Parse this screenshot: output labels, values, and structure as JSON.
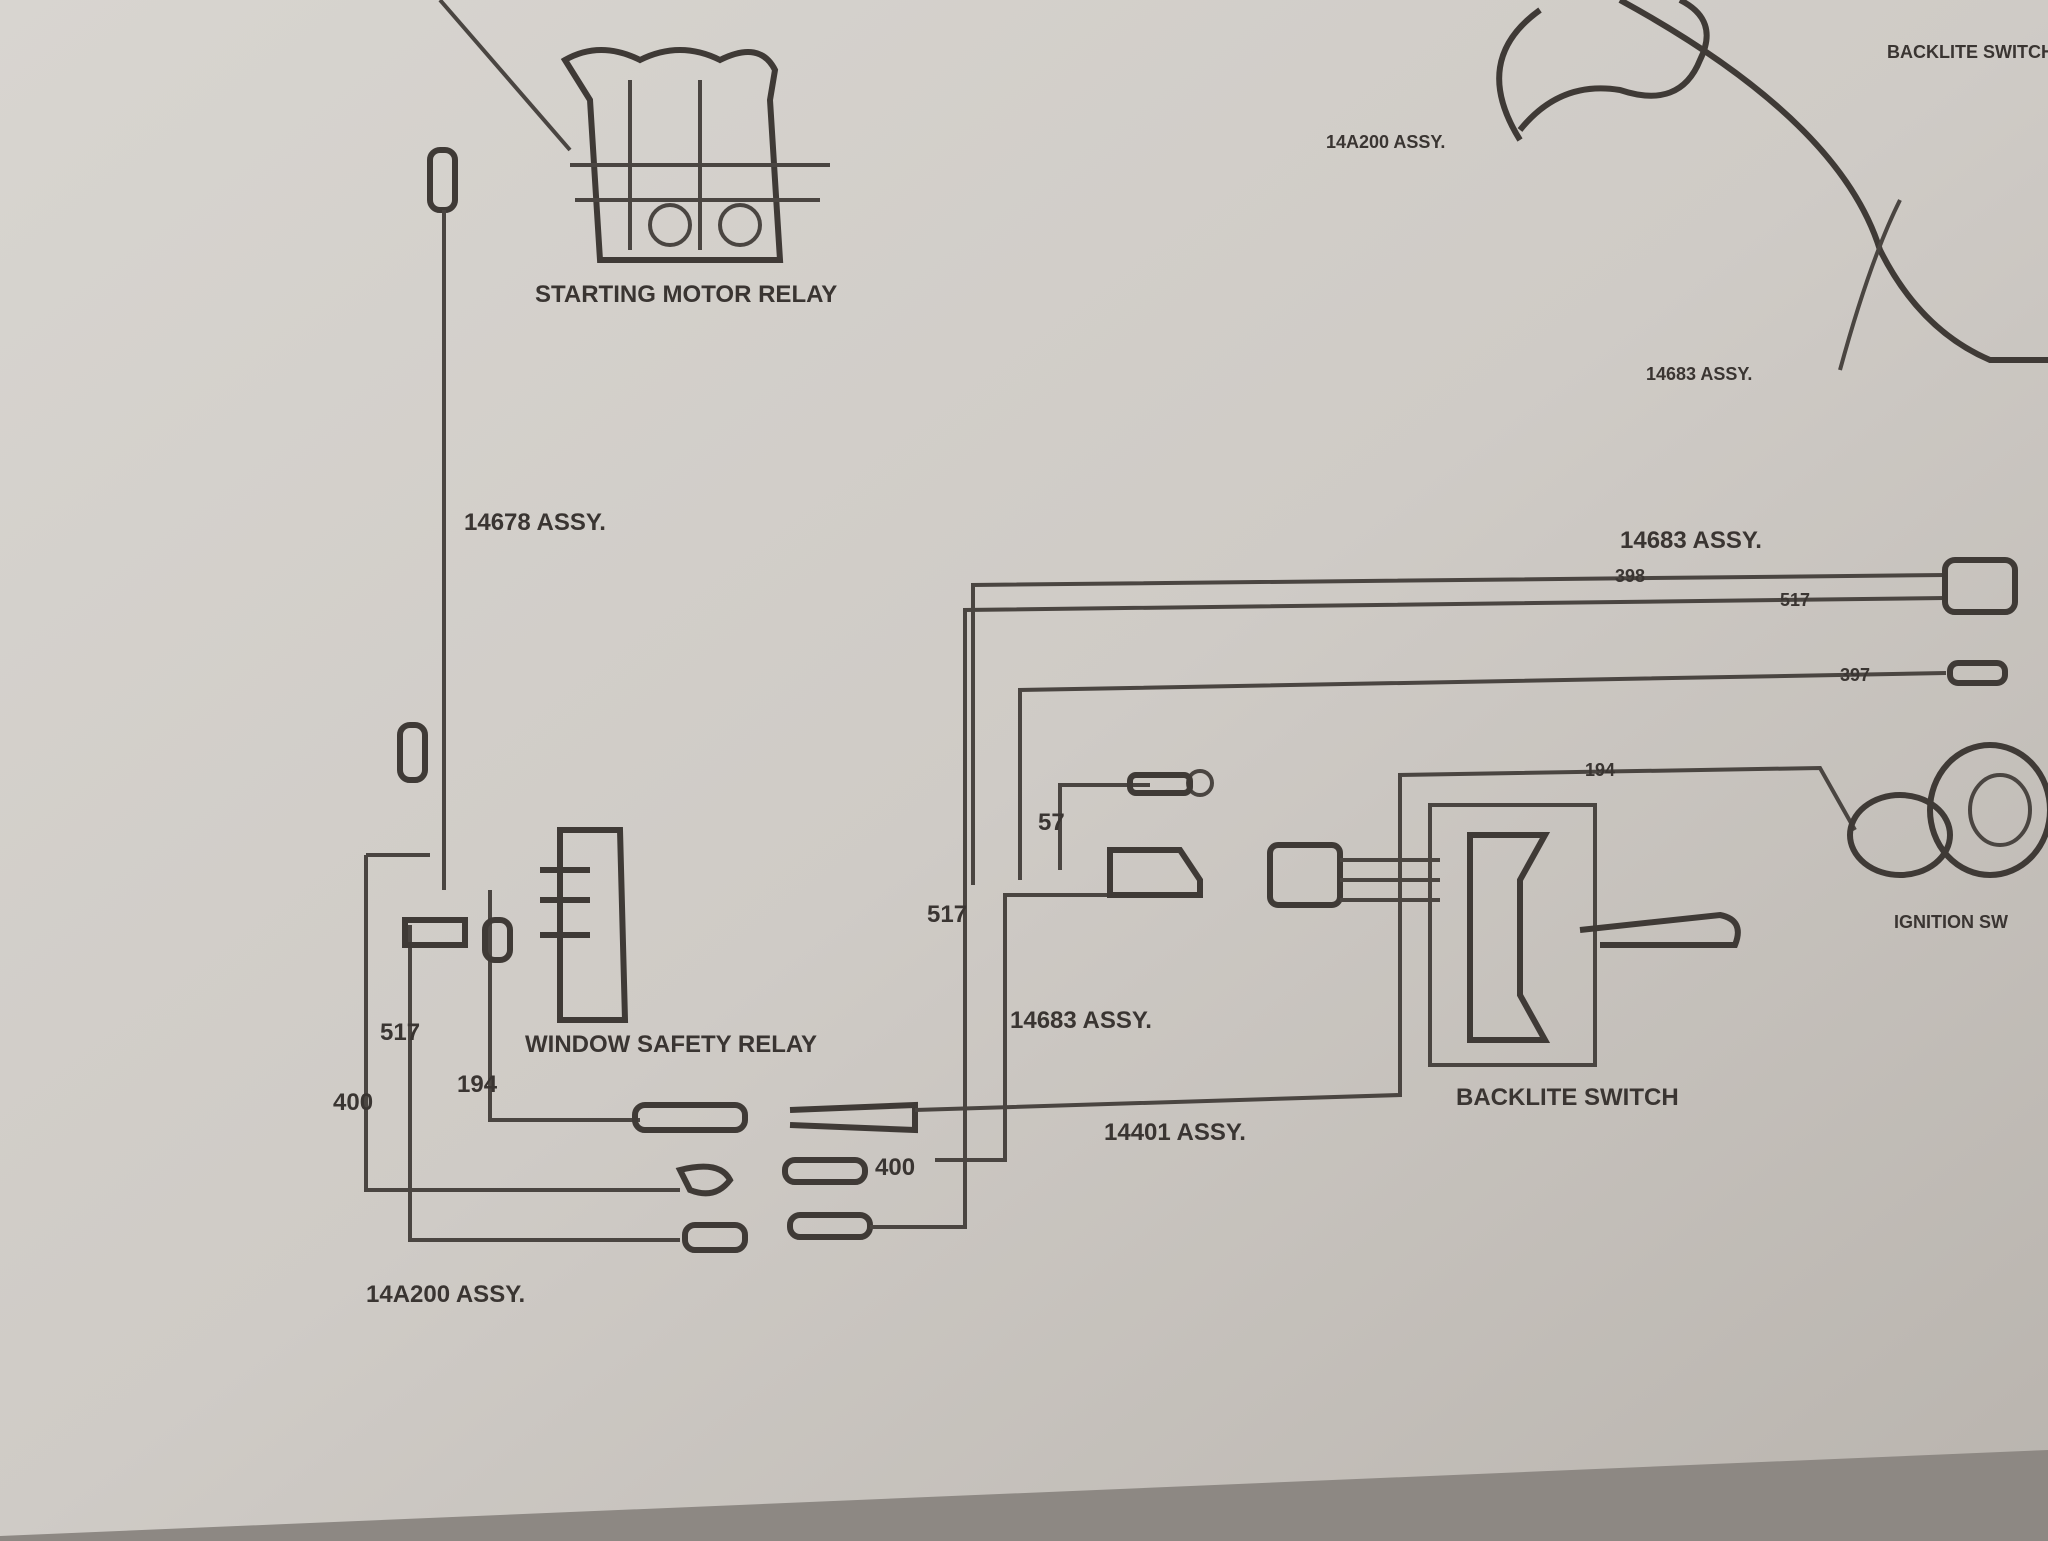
{
  "labels": {
    "starting_motor_relay": "STARTING MOTOR RELAY",
    "assy_14678": "14678 ASSY.",
    "window_safety_relay": "WINDOW SAFETY RELAY",
    "assy_14a200_bottom": "14A200 ASSY.",
    "assy_14683_mid": "14683 ASSY.",
    "assy_14401": "14401 ASSY.",
    "backlite_switch": "BACKLITE SWITCH",
    "ignition_switch": "IGNITION SW",
    "assy_14683_top": "14683 ASSY.",
    "backlite_switch_top": "BACKLITE SWITCH",
    "assy_14a200_top": "14A200 ASSY.",
    "assy_14683_upper_right": "14683 ASSY."
  },
  "wires": {
    "w517_left": "517",
    "w400_left": "400",
    "w194_left": "194",
    "w400_conn": "400",
    "w517_mid": "517",
    "w57": "57",
    "w398": "398",
    "w517_top": "517",
    "w397": "397",
    "w194_right": "194"
  }
}
